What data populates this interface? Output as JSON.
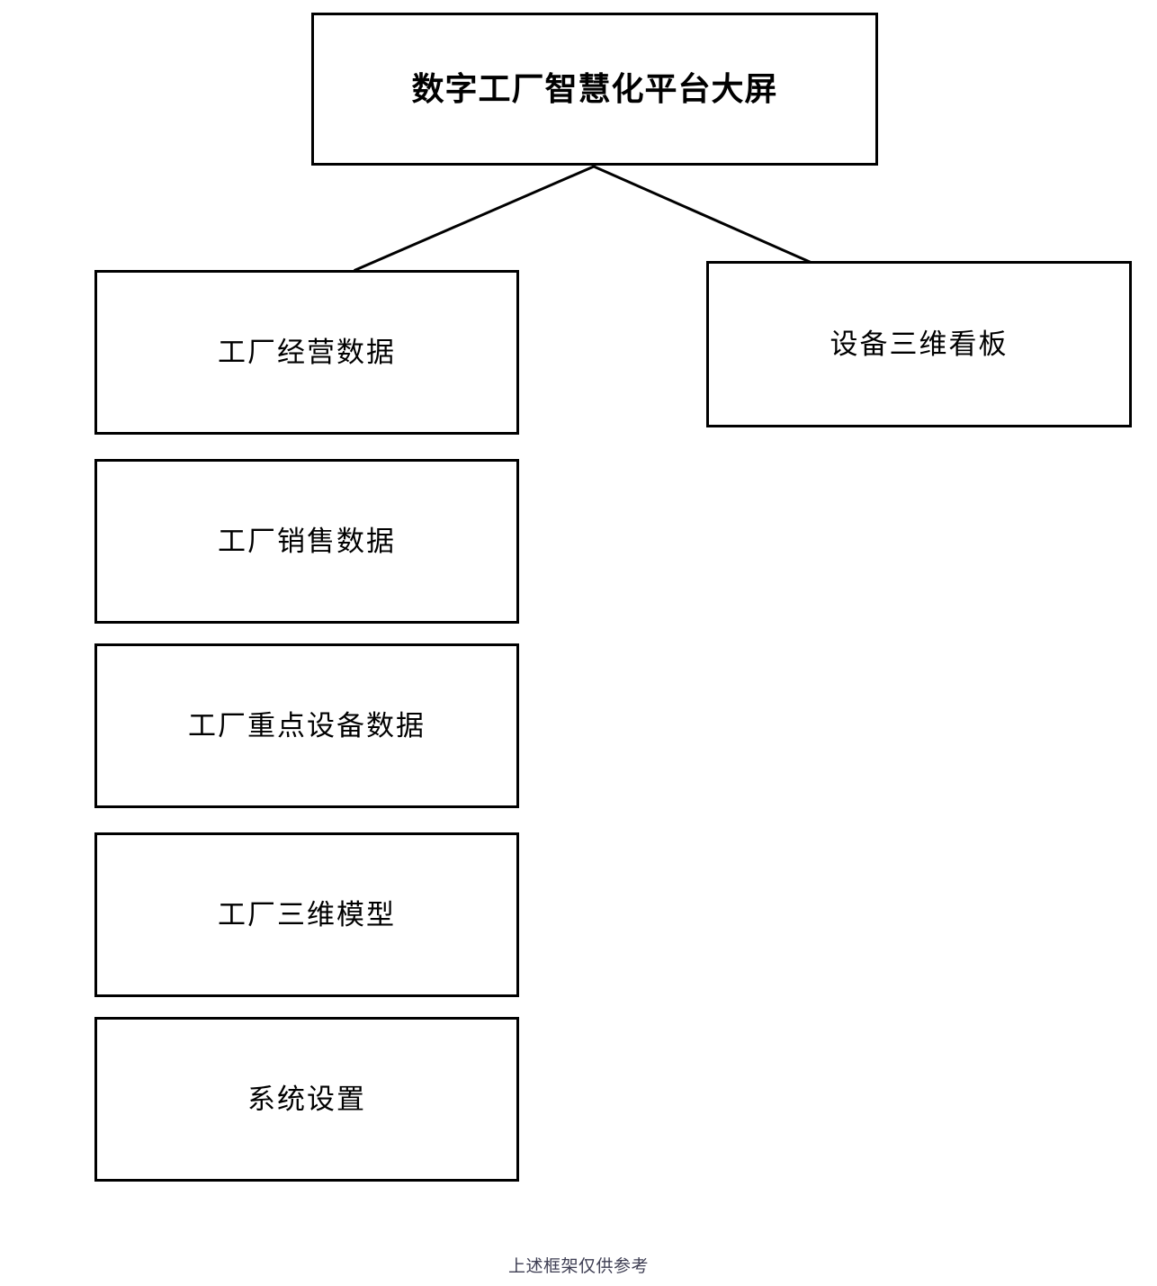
{
  "diagram": {
    "type": "tree",
    "background_color": "#ffffff",
    "line_color": "#000000",
    "root": {
      "id": "root",
      "label": "数字工厂智慧化平台大屏"
    },
    "left_branch": {
      "nodes": [
        {
          "id": "left-0",
          "label": "工厂经营数据"
        },
        {
          "id": "left-1",
          "label": "工厂销售数据"
        },
        {
          "id": "left-2",
          "label": "工厂重点设备数据"
        },
        {
          "id": "left-3",
          "label": "工厂三维模型"
        },
        {
          "id": "left-4",
          "label": "系统设置"
        }
      ]
    },
    "right_branch": {
      "nodes": [
        {
          "id": "right",
          "label": "设备三维看板"
        }
      ]
    },
    "connectors": [
      {
        "from": "root",
        "to": "left-0"
      },
      {
        "from": "root",
        "to": "right"
      }
    ]
  },
  "footer": {
    "note": "上述框架仅供参考",
    "color": "#3d3d52"
  }
}
